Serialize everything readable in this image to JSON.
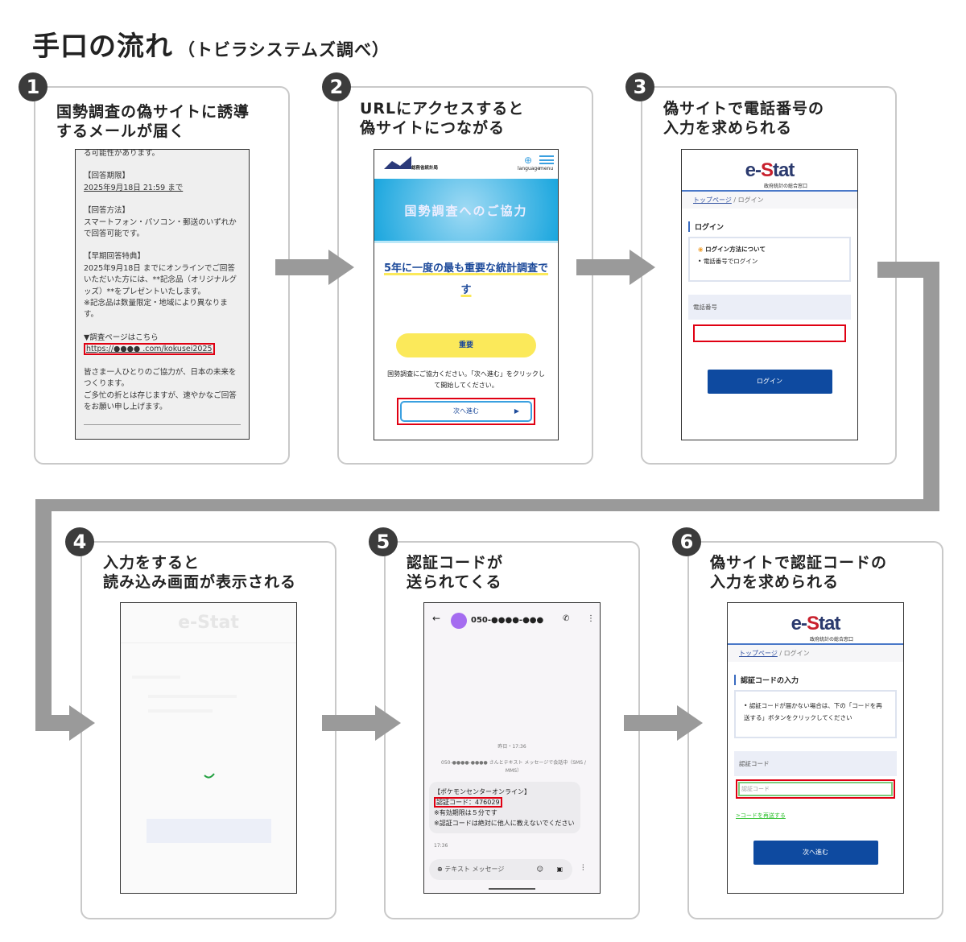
{
  "title": "手口の流れ",
  "subtitle": "（トビラシステムズ調べ）",
  "colors": {
    "highlight": "#e00012",
    "estat_blue": "#0e4aa0",
    "arrow": "#9a9a9a"
  },
  "steps": [
    {
      "num": "1",
      "title": "国勢調査の偽サイトに誘導\nするメールが届く"
    },
    {
      "num": "2",
      "title": "URLにアクセスすると\n偽サイトにつながる"
    },
    {
      "num": "3",
      "title": "偽サイトで電話番号の\n入力を求められる"
    },
    {
      "num": "4",
      "title": "入力をすると\n読み込み画面が表示される"
    },
    {
      "num": "5",
      "title": "認証コードが\n送られてくる"
    },
    {
      "num": "6",
      "title": "偽サイトで認証コードの\n入力を求められる"
    }
  ],
  "email": {
    "l1": "る可能性があります。",
    "deadline_h": "【回答期限】",
    "deadline": "2025年9月18日 21:59 まで",
    "method_h": "【回答方法】",
    "method": "スマートフォン・パソコン・郵送のいずれかで回答可能です。",
    "bonus_h": "【早期回答特典】",
    "bonus": "2025年9月18日 までにオンラインでご回答いただいた方には、**記念品（オリジナルグッズ）**をプレゼントいたします。",
    "bonus_note": "※記念品は数量限定・地域により異なります。",
    "link_h": "▼調査ページはこちら",
    "link": "https://●●●● .com/kokusei2025",
    "closing1": "皆さま一人ひとりのご協力が、日本の未来をつくります。",
    "closing2": "ご多忙の折とは存じますが、速やかなご回答をお願い申し上げます。"
  },
  "fake1": {
    "org": "総務省統計局",
    "language": "language",
    "menu": "menu",
    "banner": "国勢調査へのご協力",
    "headline": "5年に一度の最も重要な統計調査です",
    "important": "重要",
    "body": "国勢調査にご協力ください。「次へ進む」をクリックして開始してください。",
    "next": "次へ進む"
  },
  "estat": {
    "logo": "e-Stat",
    "tagline": "政府統計の総合窓口",
    "bc_top": "トップページ",
    "bc_sep": "/",
    "bc_login": "ログイン"
  },
  "login": {
    "heading": "ログイン",
    "info_title": "ログイン方法について",
    "info_item": "電話番号でログイン",
    "label": "電話番号",
    "button": "ログイン"
  },
  "loading": {
    "logo": "e-Stat"
  },
  "sms": {
    "sender": "050-●●●●-●●●",
    "date": "昨日・17:36",
    "notice": "050-●●●●-●●●● さんとテキスト メッセージで会話中（SMS / MMS）",
    "line1": "【ポケモンセンターオンライン】",
    "code": "認証コード：476029",
    "line3": "※有効期限は５分です",
    "line4": "※認証コードは絶対に他人に教えないでください",
    "time": "17:36",
    "placeholder": "テキスト メッセージ"
  },
  "code": {
    "heading": "認証コードの入力",
    "info": "認証コードが届かない場合は、下の「コードを再送する」ボタンをクリックしてください",
    "label": "認証コード",
    "placeholder": "認証コード",
    "resend": ">コードを再送する",
    "button": "次へ進む"
  }
}
